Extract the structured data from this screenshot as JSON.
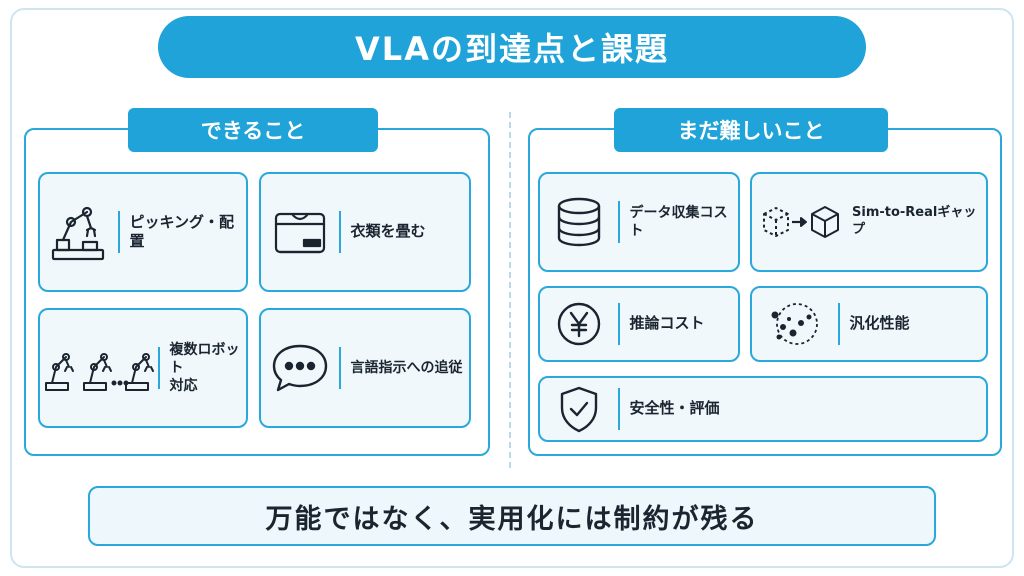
{
  "title": "VLAの到達点と課題",
  "left_panel": {
    "label": "できること",
    "items": [
      {
        "text": "ピッキング・配置",
        "icon": "robot-arm-icon"
      },
      {
        "text": "衣類を畳む",
        "icon": "folded-clothes-icon"
      },
      {
        "text": "複数ロボット\n対応",
        "icon": "multiple-robots-icon"
      },
      {
        "text": "言語指示への追従",
        "icon": "speech-bubble-icon"
      }
    ]
  },
  "right_panel": {
    "label": "まだ難しいこと",
    "items": [
      {
        "text": "データ収集コスト",
        "icon": "database-icon"
      },
      {
        "text": "Sim-to-Realギャップ",
        "icon": "sim-to-real-cube-icon"
      },
      {
        "text": "推論コスト",
        "icon": "yen-coin-icon"
      },
      {
        "text": "汎化性能",
        "icon": "scatter-dots-icon"
      },
      {
        "text": "安全性・評価",
        "icon": "shield-check-icon"
      }
    ]
  },
  "conclusion": "万能ではなく、実用化には制約が残る",
  "colors": {
    "accent": "#1fa3d8",
    "card_bg": "#f1f8fc",
    "text": "#1a2530"
  }
}
